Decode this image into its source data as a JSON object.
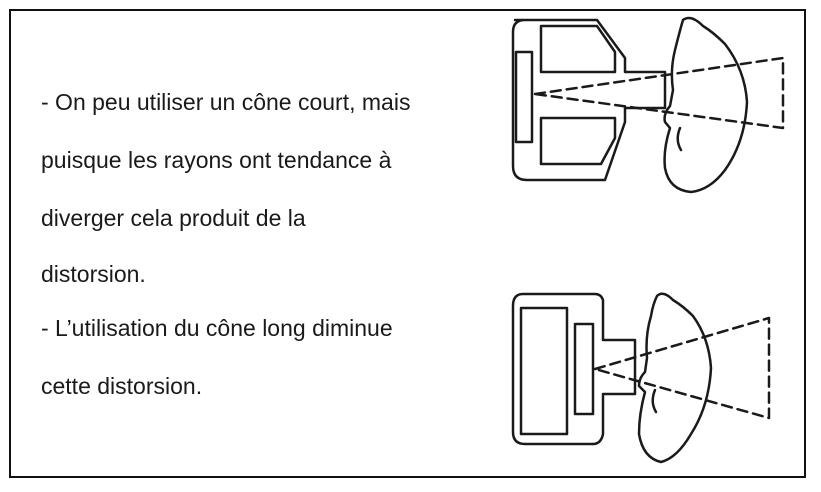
{
  "text": {
    "paragraph1": [
      "- On peu utiliser un cône court, mais",
      "puisque les rayons ont tendance à",
      "diverger cela produit de la",
      "distorsion."
    ],
    "paragraph2": [
      "- L’utilisation du cône long diminue",
      "cette distorsion."
    ]
  },
  "colors": {
    "stroke": "#1a1a1a",
    "border": "#111111"
  }
}
